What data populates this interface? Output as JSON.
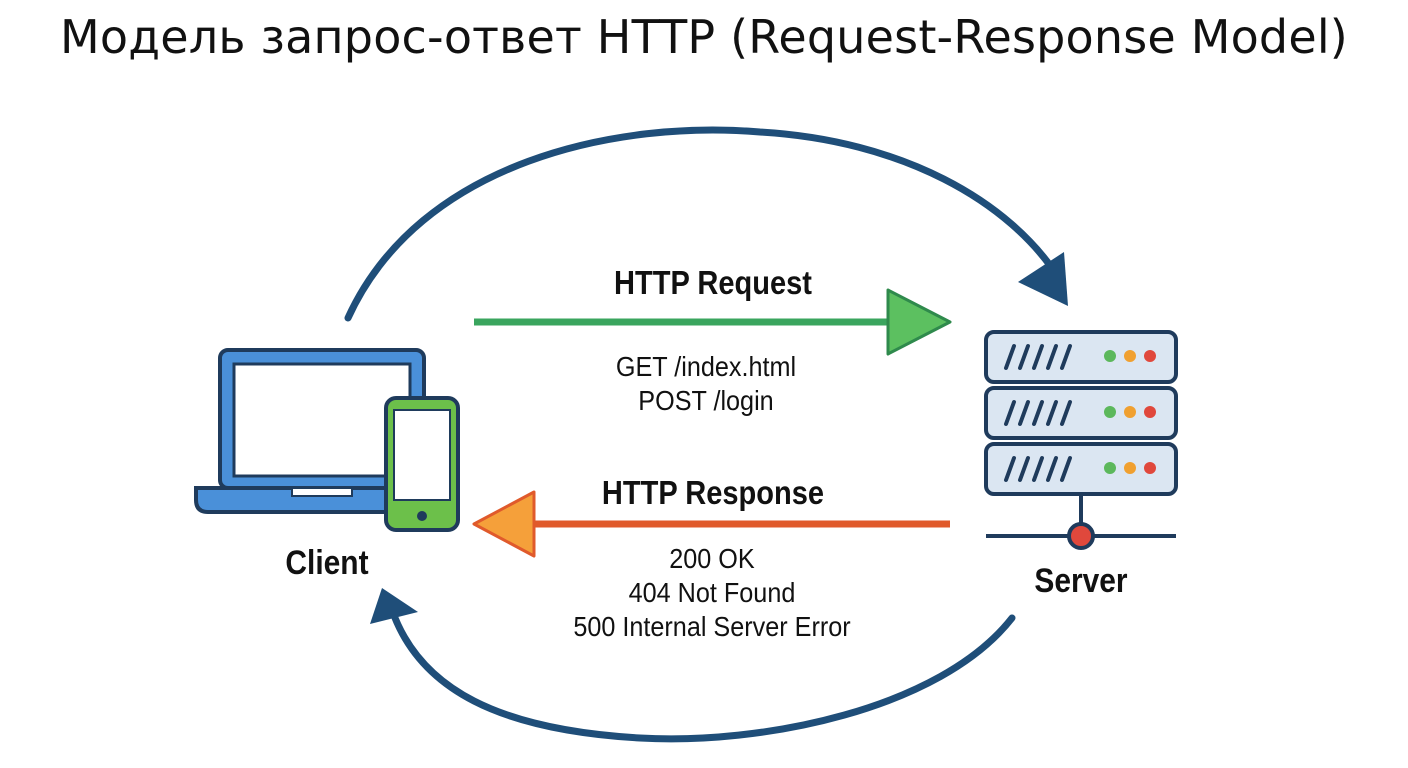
{
  "title": "Модель запрос-ответ HTTP (Request-Response Model)",
  "client": {
    "label": "Client",
    "icon": "laptop-phone-icon"
  },
  "server": {
    "label": "Server",
    "icon": "server-rack-icon"
  },
  "request": {
    "label": "HTTP Request",
    "lines": [
      "GET /index.html",
      "POST /login"
    ],
    "color": "#3aa55e"
  },
  "response": {
    "label": "HTTP Response",
    "lines": [
      "200 OK",
      "404 Not Found",
      "500 Internal Server Error"
    ],
    "color": "#e05a2b"
  },
  "colors": {
    "cycle_arrow": "#1f4e79",
    "laptop": "#4a90d9",
    "phone_screen": "#6cc04a",
    "server": "#dbe6f2",
    "outline": "#1f3b5c",
    "led_green": "#5cb85c",
    "led_orange": "#f0a030",
    "led_red": "#e0483c"
  }
}
